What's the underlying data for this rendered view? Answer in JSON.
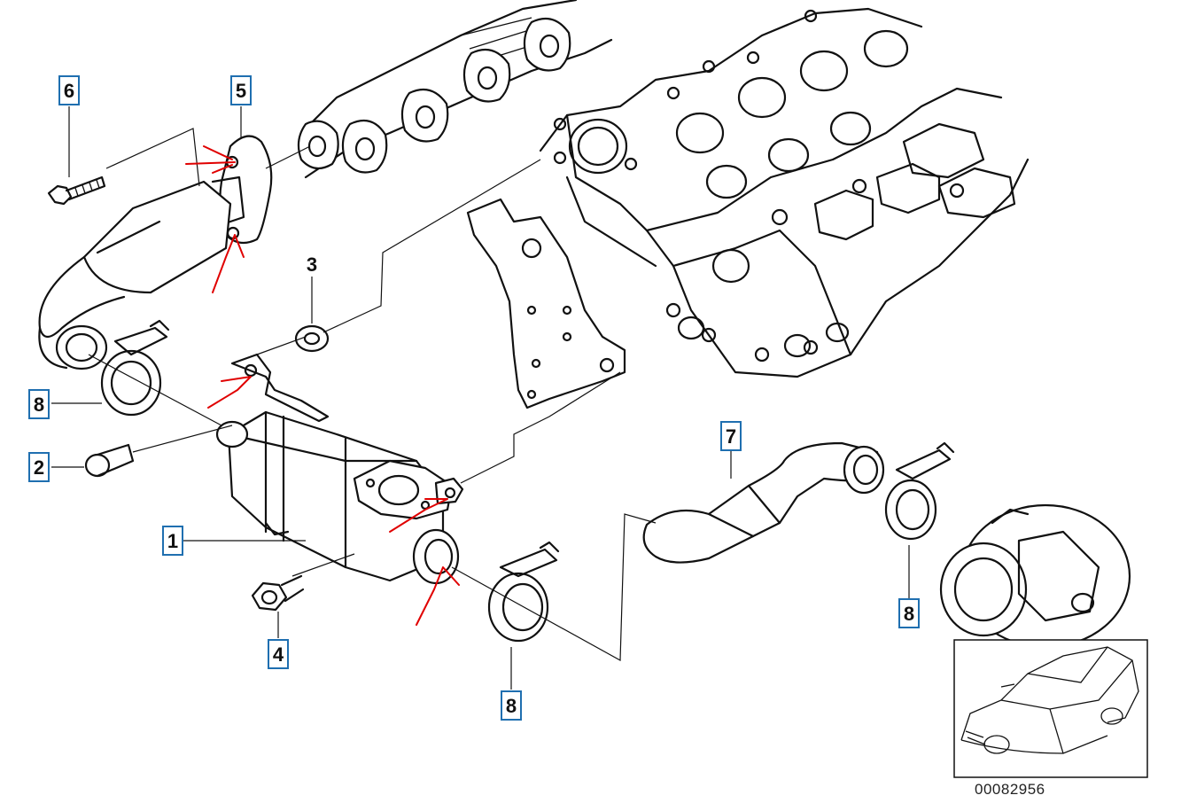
{
  "callouts": {
    "c1": "1",
    "c2": "2",
    "c3": "3",
    "c4": "4",
    "c5": "5",
    "c6": "6",
    "c7": "7",
    "c8a": "8",
    "c8b": "8",
    "c8c": "8"
  },
  "diagram_ref": "00082956"
}
